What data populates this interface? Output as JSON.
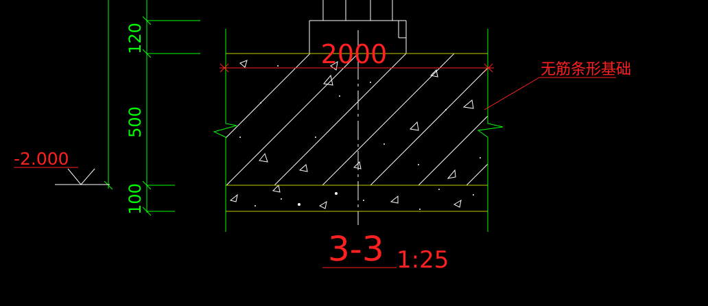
{
  "drawing": {
    "dimensions": {
      "top_layer": "120",
      "foundation": "500",
      "cushion": "100",
      "width": "2000"
    },
    "elevation": "-2.000",
    "annotation": "无筋条形基础",
    "section_title": "3-3",
    "scale": "1:25"
  },
  "colors": {
    "background": "#000000",
    "outline_green": "#00ff00",
    "dimension_red": "#ff2020",
    "line_yellow": "#c8c800",
    "hatch_white": "#ffffff"
  }
}
